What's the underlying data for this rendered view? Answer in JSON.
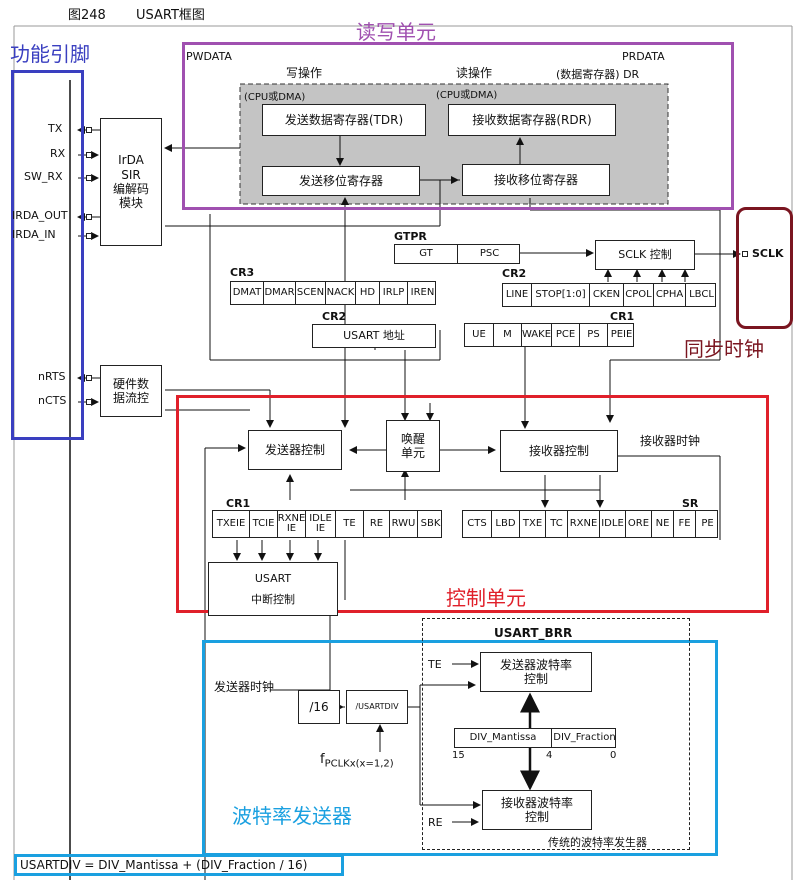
{
  "figure": {
    "number": "图248",
    "title": "USART框图"
  },
  "regions": {
    "pins": {
      "title": "功能引脚",
      "color": "#3a3fc0"
    },
    "rw": {
      "title": "读写单元",
      "color": "#a050b0"
    },
    "sclk": {
      "title": "同步时钟",
      "color": "#7a1520"
    },
    "control": {
      "title": "控制单元",
      "color": "#e0202a"
    },
    "baud": {
      "title": "波特率发送器",
      "color": "#1aa0e0"
    },
    "formula": {
      "color": "#1aa0e0"
    }
  },
  "pins": [
    "TX",
    "RX",
    "SW_RX",
    "IRDA_OUT",
    "IRDA_IN",
    "nRTS",
    "nCTS"
  ],
  "sclk_pin": "SCLK",
  "rw_unit": {
    "pwdata": "PWDATA",
    "prdata": "PRDATA",
    "write_op": "写操作",
    "read_op": "读操作",
    "cpu_dma_left": "(CPU或DMA)",
    "cpu_dma_right": "(CPU或DMA)",
    "data_reg_dr": "(数据寄存器) DR",
    "tdr": "发送数据寄存器(TDR)",
    "rdr": "接收数据寄存器(RDR)",
    "tx_shift": "发送移位寄存器",
    "rx_shift": "接收移位寄存器"
  },
  "irda": "IrDA\nSIR\n编解码\n模块",
  "hw_flow": "硬件数\n据流控",
  "gtpr": {
    "name": "GTPR",
    "cells": [
      "GT",
      "PSC"
    ]
  },
  "sclk_ctrl": "SCLK 控制",
  "cr3": {
    "name": "CR3",
    "cells": [
      "DMAT",
      "DMAR",
      "SCEN",
      "NACK",
      "HD",
      "IRLP",
      "IREN"
    ]
  },
  "cr2_top": {
    "name": "CR2",
    "cells": [
      "LINE",
      "STOP[1:0]",
      "CKEN",
      "CPOL",
      "CPHA",
      "LBCL"
    ]
  },
  "cr2_addr": {
    "name": "CR2",
    "text": "USART 地址"
  },
  "cr1_top": {
    "name": "CR1",
    "cells": [
      "UE",
      "M",
      "WAKE",
      "PCE",
      "PS",
      "PEIE"
    ]
  },
  "tx_ctrl": "发送器控制",
  "wake_unit": "唤醒\n单元",
  "rx_ctrl": "接收器控制",
  "rx_clock": "接收器时钟",
  "cr1_bottom": {
    "name": "CR1",
    "cells": [
      "TXEIE",
      "TCIE",
      "RXNE\nIE",
      "IDLE\nIE",
      "TE",
      "RE",
      "RWU",
      "SBK"
    ]
  },
  "sr": {
    "name": "SR",
    "cells": [
      "CTS",
      "LBD",
      "TXE",
      "TC",
      "RXNE",
      "IDLE",
      "ORE",
      "NE",
      "FE",
      "PE"
    ]
  },
  "interrupt": {
    "line1": "USART",
    "line2": "中断控制"
  },
  "brr": {
    "name": "USART_BRR"
  },
  "tx_clock": "发送器时钟",
  "div16": "/16",
  "usartdiv": "/USARTDIV",
  "fpclk": "f",
  "fpclk_sub": "PCLKx(x=1,2)",
  "te_label": "TE",
  "re_label": "RE",
  "tx_baud": "发送器波特率\n控制",
  "rx_baud": "接收器波特率\n控制",
  "div_mantissa": "DIV_Mantissa",
  "div_fraction": "DIV_Fraction",
  "bits": [
    "15",
    "4",
    "0"
  ],
  "traditional": "传统的波特率发生器",
  "formula": "USARTDIV = DIV_Mantissa + (DIV_Fraction / 16)"
}
